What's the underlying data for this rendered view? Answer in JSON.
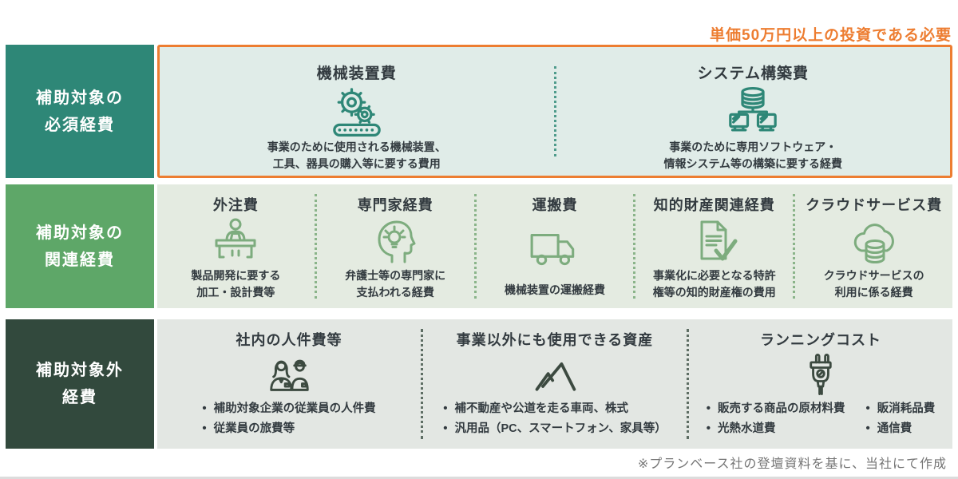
{
  "note": {
    "text": "単価50万円以上の投資である必要"
  },
  "footer": {
    "text": "※プランベース社の登壇資料を基に、当社にて作成"
  },
  "colors": {
    "accent_orange": "#ED7D31",
    "row1_label_bg": "#2E8777",
    "row1_content_bg": "#E0ECE8",
    "row2_label_bg": "#5EA768",
    "row2_content_bg": "#E4EBE1",
    "row3_label_bg": "#32493D",
    "row3_content_bg": "#E3E7E3",
    "text_dark": "#333B40",
    "footer_gray": "#757575"
  },
  "rows": [
    {
      "label_line1": "補助対象の",
      "label_line2": "必須経費",
      "cards": [
        {
          "title": "機械装置費",
          "icon": "machinery-gears-icon",
          "desc1": "事業のために使用される機械装置、",
          "desc2": "工具、器具の購入等に要する費用"
        },
        {
          "title": "システム構築費",
          "icon": "system-database-icon",
          "desc1": "事業のために専用ソフトウェア・",
          "desc2": "情報システム等の構築に要する経費"
        }
      ]
    },
    {
      "label_line1": "補助対象の",
      "label_line2": "関連経費",
      "cards": [
        {
          "title": "外注費",
          "icon": "outsourcing-desk-icon",
          "desc1": "製品開発に要する",
          "desc2": "加工・設計費等"
        },
        {
          "title": "専門家経費",
          "icon": "expert-head-bulb-icon",
          "desc1": "弁護士等の専門家に",
          "desc2": "支払われる経費"
        },
        {
          "title": "運搬費",
          "icon": "truck-icon",
          "desc1": "機械装置の運搬経費",
          "desc2": ""
        },
        {
          "title": "知的財産関連経費",
          "icon": "ip-document-check-icon",
          "desc1": "事業化に必要となる特許",
          "desc2": "権等の知的財産権の費用"
        },
        {
          "title": "クラウドサービス費",
          "icon": "cloud-service-icon",
          "desc1": "クラウドサービスの",
          "desc2": "利用に係る経費"
        }
      ]
    },
    {
      "label_line1": "補助対象外",
      "label_line2": "経費",
      "cards": [
        {
          "title": "社内の人件費等",
          "icon": "employees-icon",
          "bullets": [
            "補助対象企業の従業員の人件費",
            "従業員の旅費等"
          ]
        },
        {
          "title": "事業以外にも使用できる資産",
          "icon": "mountain-asset-icon",
          "bullets": [
            "補不動産や公道を走る車両、株式",
            "汎用品（PC、スマートフォン、家具等）"
          ]
        },
        {
          "title": "ランニングコスト",
          "icon": "power-plug-icon",
          "bullets_col1": [
            "販売する商品の原材料費",
            "光熱水道費"
          ],
          "bullets_col2": [
            "販消耗品費",
            "通信費"
          ]
        }
      ]
    }
  ]
}
